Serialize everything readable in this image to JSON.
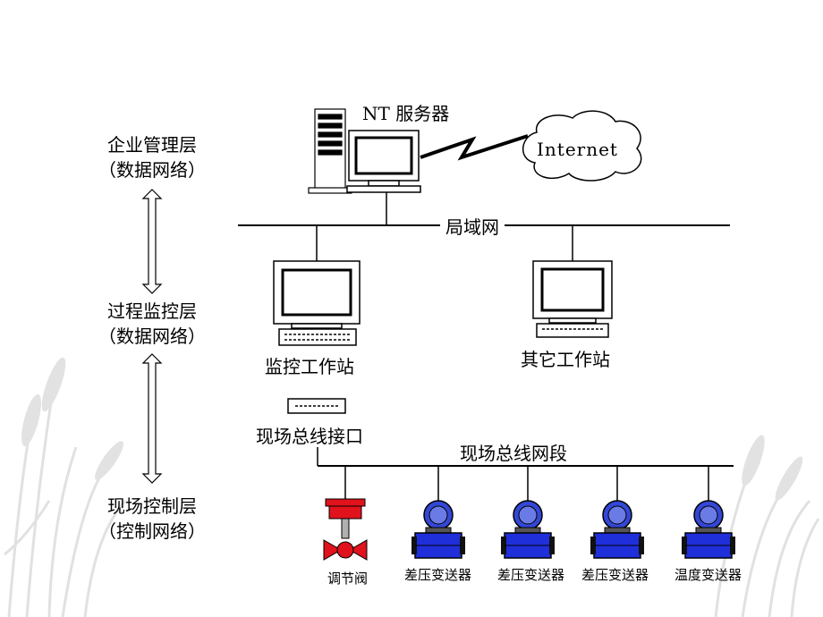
{
  "levels": [
    {
      "name": "企业管理层",
      "network": "（数据网络）"
    },
    {
      "name": "过程监控层",
      "network": "（数据网络）"
    },
    {
      "name": "现场控制层",
      "network": "（控制网络）"
    }
  ],
  "server_label": "NT  服务器",
  "internet_label": "Internet",
  "lan_label": "局域网",
  "workstations": {
    "monitor": "监控工作站",
    "other": "其它工作站"
  },
  "fieldbus_interface_label": "现场总线接口",
  "fieldbus_segment_label": "现场总线网段",
  "devices": [
    {
      "label": "调节阀",
      "kind": "valve"
    },
    {
      "label": "差压变送器",
      "kind": "transmitter"
    },
    {
      "label": "差压变送器",
      "kind": "transmitter"
    },
    {
      "label": "差压变送器",
      "kind": "transmitter"
    },
    {
      "label": "温度变送器",
      "kind": "transmitter"
    }
  ],
  "colors": {
    "line": "#000000",
    "transmitter_body": "#1f2fd9",
    "transmitter_head": "#3347d6",
    "valve": "#e0121c",
    "background_art": "#d8d8d8"
  }
}
